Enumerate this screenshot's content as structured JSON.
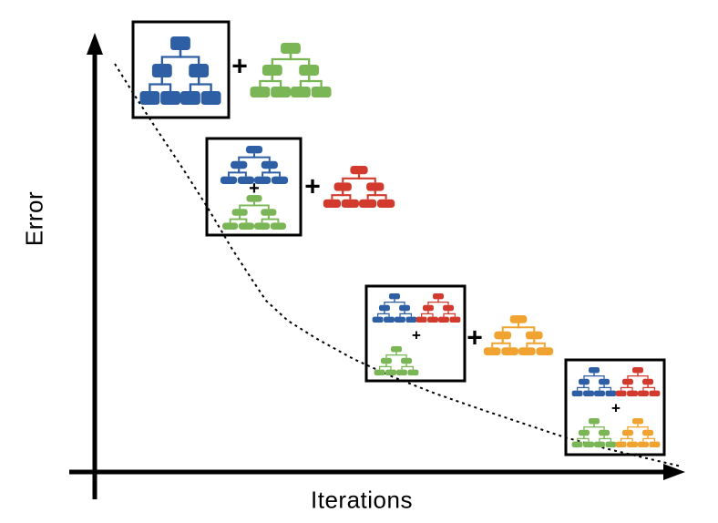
{
  "axes": {
    "y_label": "Error",
    "x_label": "Iterations"
  },
  "plus_symbol": "+",
  "colors": {
    "blue": "#2e5fa5",
    "green": "#7ab556",
    "red": "#d23a2e",
    "orange": "#f0a330",
    "axis": "#000000",
    "box_border": "#000000",
    "curve": "#000000",
    "background": "#ffffff"
  },
  "curve": {
    "style": "dotted",
    "points": [
      [
        126,
        70
      ],
      [
        146,
        102
      ],
      [
        172,
        142
      ],
      [
        200,
        184
      ],
      [
        228,
        228
      ],
      [
        254,
        272
      ],
      [
        276,
        306
      ],
      [
        292,
        330
      ],
      [
        316,
        352
      ],
      [
        348,
        372
      ],
      [
        388,
        394
      ],
      [
        432,
        414
      ],
      [
        478,
        432
      ],
      [
        524,
        448
      ],
      [
        572,
        464
      ],
      [
        620,
        480
      ],
      [
        668,
        493
      ],
      [
        714,
        504
      ],
      [
        748,
        512
      ]
    ]
  },
  "stages": [
    {
      "name": "iteration-1",
      "ensemble": [
        "blue"
      ],
      "adding": "green"
    },
    {
      "name": "iteration-2",
      "ensemble": [
        "blue",
        "green"
      ],
      "adding": "red"
    },
    {
      "name": "iteration-3",
      "ensemble": [
        "blue",
        "red",
        "green"
      ],
      "adding": "orange"
    },
    {
      "name": "iteration-4",
      "ensemble": [
        "blue",
        "red",
        "green",
        "orange"
      ],
      "adding": null
    }
  ]
}
